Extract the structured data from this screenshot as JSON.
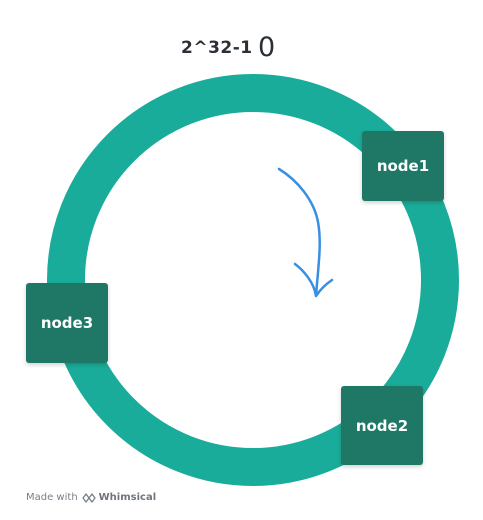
{
  "ring": {
    "top_label": "2^32-1",
    "zero_label": "0",
    "color": "#1aac9a"
  },
  "nodes": [
    {
      "label": "node1"
    },
    {
      "label": "node2"
    },
    {
      "label": "node3"
    }
  ],
  "node_color": "#1f7866",
  "arrow_color": "#3b8fe0",
  "footer": {
    "made_with": "Made with",
    "brand": "Whimsical",
    "icon": "whimsical-logo-icon"
  }
}
